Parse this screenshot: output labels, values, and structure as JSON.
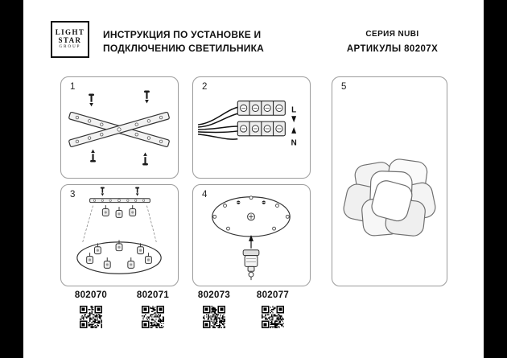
{
  "colors": {
    "letterbox": "#000000",
    "panel_border": "#9b9b9b",
    "text": "#111111",
    "background": "#ffffff"
  },
  "logo": {
    "line1": "LIGHT",
    "line2": "STAR",
    "line3": "GROUP"
  },
  "header": {
    "title_line1": "ИНСТРУКЦИЯ ПО УСТАНОВКЕ И",
    "title_line2": "ПОДКЛЮЧЕНИЮ СВЕТИЛЬНИКА",
    "series": "СЕРИЯ NUBI",
    "articles_label": "АРТИКУЛЫ 80207X"
  },
  "steps": {
    "step1": {
      "number": "1"
    },
    "step2": {
      "number": "2",
      "live_label": "L",
      "neutral_label": "N"
    },
    "step3": {
      "number": "3"
    },
    "step4": {
      "number": "4"
    },
    "step5": {
      "number": "5"
    }
  },
  "footer": {
    "articles": [
      {
        "code": "802070"
      },
      {
        "code": "802071"
      },
      {
        "code": "802073"
      },
      {
        "code": "802077"
      }
    ]
  }
}
